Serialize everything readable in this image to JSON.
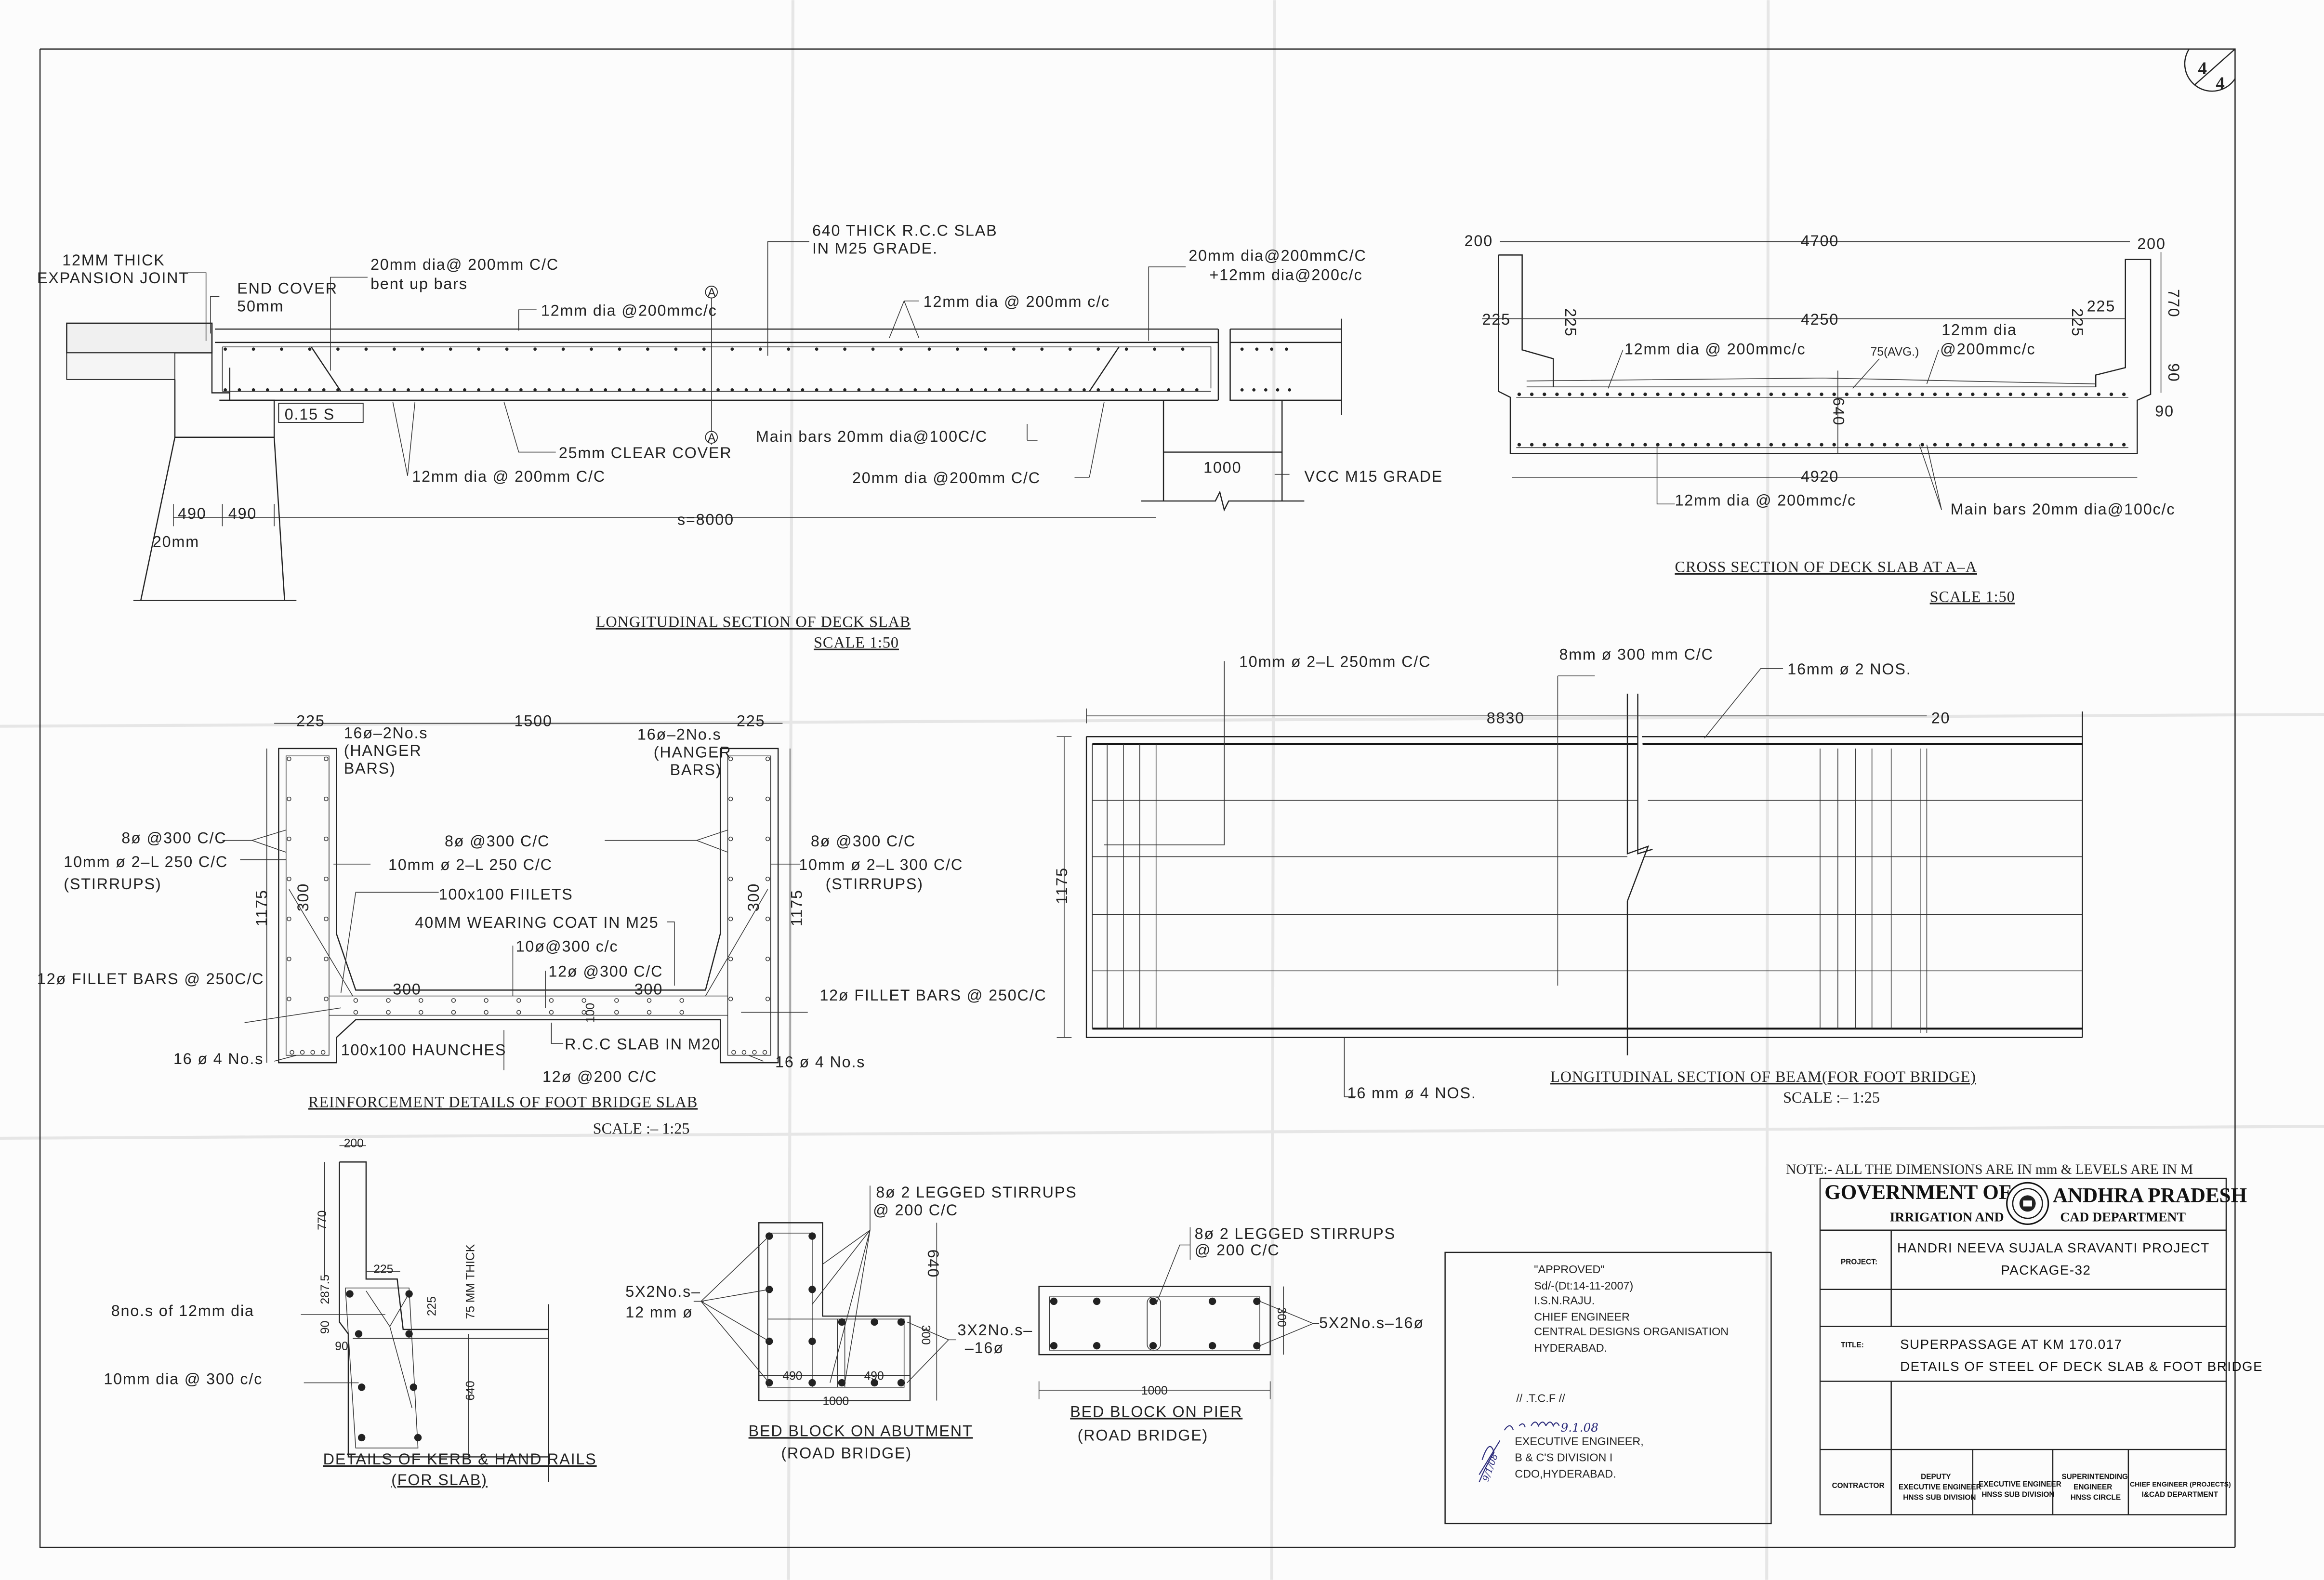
{
  "sheet": {
    "number": "4",
    "total": "4"
  },
  "deck_long": {
    "title": "LONGITUDINAL SECTION OF DECK SLAB",
    "scale": "SCALE 1:50",
    "section_mark": "A",
    "labels": [
      "12MM THICK",
      "EXPANSION JOINT",
      "END COVER",
      "50mm",
      "20mm dia@ 200mm C/C",
      "bent up bars",
      "12mm dia @200mmc/c",
      "640 THICK R.C.C SLAB",
      "IN M25 GRADE.",
      "12mm dia @ 200mm c/c",
      "20mm dia@200mmC/C",
      "+12mm dia@200c/c",
      "0.15 S",
      "25mm CLEAR COVER",
      "12mm dia @ 200mm C/C",
      "Main bars 20mm dia@100C/C",
      "20mm dia @200mm C/C",
      "1000",
      "VCC M15 GRADE",
      "490",
      "490",
      "s=8000",
      "20mm"
    ]
  },
  "cross": {
    "title": "CROSS SECTION OF DECK SLAB AT A–A",
    "scale": "SCALE 1:50",
    "labels": [
      "200",
      "4700",
      "200",
      "225",
      "4250",
      "225",
      "12mm dia @ 200mmc/c",
      "75(AVG.)",
      "12mm dia",
      "@200mmc/c",
      "225",
      "225",
      "770",
      "90",
      "90",
      "640",
      "4920",
      "12mm dia @ 200mmc/c",
      "Main bars 20mm dia@100c/c"
    ]
  },
  "foot": {
    "title": "REINFORCEMENT DETAILS OF FOOT BRIDGE SLAB",
    "scale": "SCALE :– 1:25",
    "labels": [
      "225",
      "1500",
      "225",
      "16ø–2No.s",
      "(HANGER",
      "BARS)",
      "16ø–2No.s",
      "(HANGER",
      "BARS)",
      "8ø @300 C/C",
      "10mm ø 2–L 250 C/C",
      "(STIRRUPS)",
      "8ø @300 C/C",
      "10mm ø 2–L 250 C/C",
      "100x100 FIILETS",
      "40MM WEARING COAT IN M25",
      "10ø@300 c/c",
      "12ø @300 C/C",
      "8ø @300 C/C",
      "10mm ø 2–L 300 C/C",
      "(STIRRUPS)",
      "12ø FILLET BARS @ 250C/C",
      "12ø FILLET BARS @ 250C/C",
      "300",
      "300",
      "300",
      "300",
      "1175",
      "1175",
      "100",
      "16 ø 4 No.s",
      "100x100 HAUNCHES",
      "R.C.C SLAB IN M20",
      "16 ø 4 No.s",
      "12ø @200 C/C"
    ]
  },
  "beam": {
    "title": "LONGITUDINAL SECTION OF BEAM(FOR FOOT BRIDGE)",
    "scale": "SCALE :– 1:25",
    "labels": [
      "10mm ø 2–L 250mm C/C",
      "8mm ø 300 mm C/C",
      "16mm ø 2 NOS.",
      "8830",
      "20",
      "1175",
      "16 mm ø 4 NOS."
    ]
  },
  "kerb": {
    "title": "DETAILS OF KERB & HAND RAILS",
    "subtitle": "(FOR SLAB)",
    "labels": [
      "200",
      "770",
      "225",
      "225",
      "75 MM THICK",
      "287.5",
      "90",
      "90",
      "640",
      "8no.s of 12mm dia",
      "10mm dia @ 300 c/c"
    ]
  },
  "abutment": {
    "title": "BED BLOCK ON ABUTMENT",
    "subtitle": "(ROAD BRIDGE)",
    "labels": [
      "8ø 2 LEGGED STIRRUPS",
      "@ 200 C/C",
      "640",
      "5X2No.s–",
      "12 mm ø",
      "3X2No.s–",
      "–16ø",
      "300",
      "490",
      "490",
      "1000"
    ]
  },
  "pier": {
    "title": "BED BLOCK ON PIER",
    "subtitle": "(ROAD BRIDGE)",
    "labels": [
      "8ø 2 LEGGED STIRRUPS",
      "@ 200 C/C",
      "300",
      "5X2No.s–16ø",
      "1000"
    ]
  },
  "approval": {
    "lines": [
      "\"APPROVED\"",
      "Sd/-(Dt:14-11-2007)",
      "I.S.N.RAJU.",
      "CHIEF ENGINEER",
      "CENTRAL DESIGNS ORGANISATION",
      "HYDERABAD."
    ],
    "tcf": "// .T.C.F //",
    "signature_date": "9.1.08",
    "initial_date": "9/1/08",
    "signer": [
      "EXECUTIVE ENGINEER,",
      "B & C'S DIVISION I",
      "CDO,HYDERABAD."
    ]
  },
  "title_block": {
    "note": "NOTE:- ALL THE DIMENSIONS ARE IN mm & LEVELS ARE IN M",
    "gov_left": "GOVERNMENT OF",
    "gov_right": "ANDHRA PRADESH",
    "dept_left": "IRRIGATION AND",
    "dept_right": "CAD DEPARTMENT",
    "project_label": "PROJECT:",
    "project_name": "HANDRI NEEVA SUJALA SRAVANTI PROJECT",
    "package": "PACKAGE-32",
    "title_label": "TITLE:",
    "title_line1": "SUPERPASSAGE AT KM 170.017",
    "title_line2": "DETAILS OF STEEL OF DECK SLAB & FOOT BRIDGE",
    "signatories": [
      [
        "CONTRACTOR"
      ],
      [
        "DEPUTY",
        "EXECUTIVE ENGINEER",
        "HNSS SUB DIVISION"
      ],
      [
        "EXECUTIVE ENGINEER",
        "HNSS SUB DIVISION"
      ],
      [
        "SUPERINTENDING",
        "ENGINEER",
        "HNSS CIRCLE"
      ],
      [
        "CHIEF ENGINEER (PROJECTS)",
        "I&CAD DEPARTMENT"
      ]
    ]
  }
}
